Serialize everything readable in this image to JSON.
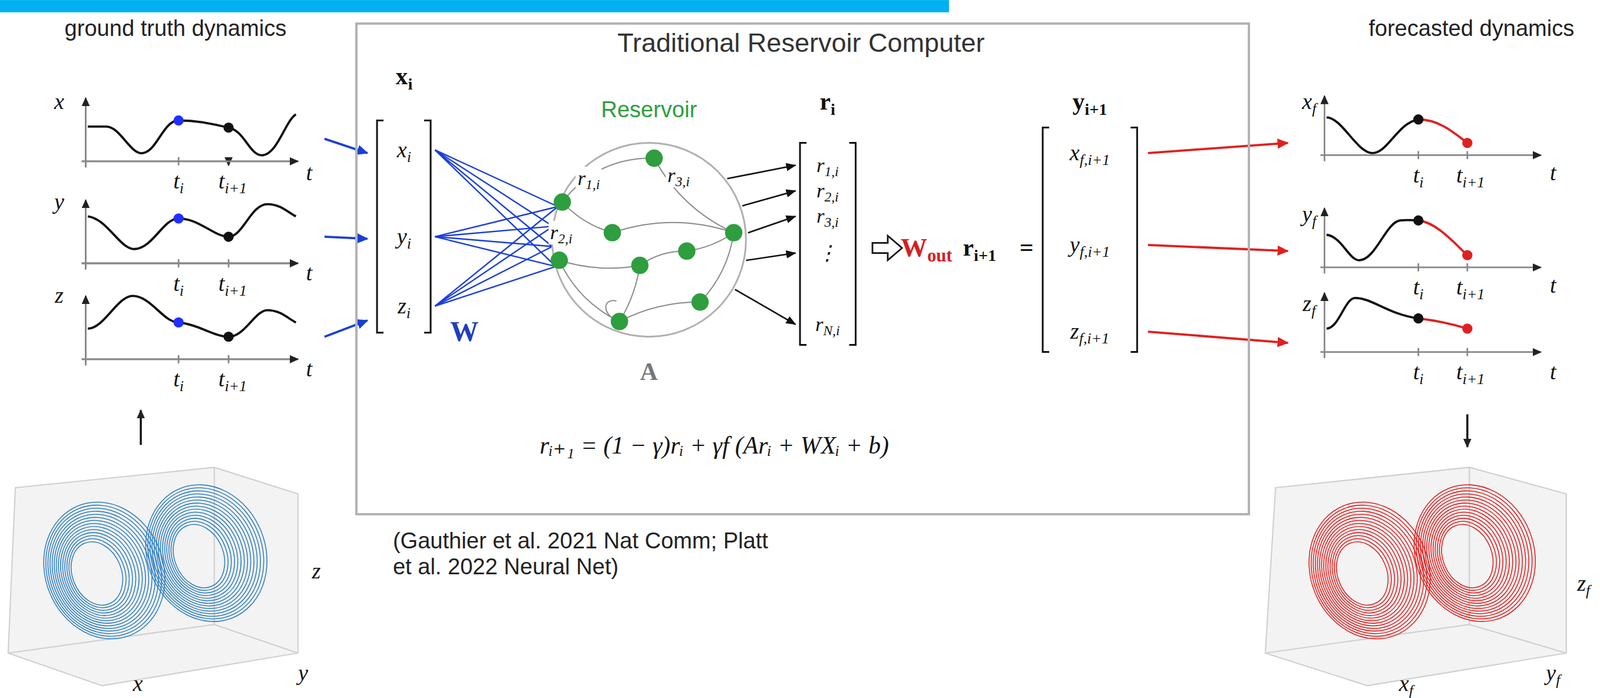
{
  "diagram": {
    "nodes": [
      {
        "text": [
          "Traditional Reservoir Computer"
        ]
      },
      {
        "text": [
          "xi",
          "xi",
          "yi",
          "zi"
        ],
        "in": 0
      },
      {
        "text": [
          "Reservoir",
          "r1,i",
          "r3,i",
          "r2,i",
          "A"
        ],
        "in": 0
      },
      {
        "text": [
          "ri",
          "r1,i",
          "r2,i",
          "r3,i",
          "⋮",
          "rN,i"
        ],
        "in": 0
      },
      {
        "text": [
          "yi+1",
          "xf,i+1",
          "yf,i+1",
          "zf,i+1"
        ],
        "in": 0
      }
    ],
    "edges": [
      {
        "from": 1,
        "to": 2,
        "arrow": "none",
        "label": "W"
      },
      {
        "from": 2,
        "to": 3,
        "arrow": "to"
      }
    ],
    "labels": [
      "ground truth dynamics",
      "x",
      "ti",
      "ti+1",
      "t",
      "y",
      "ti",
      "ti+1",
      "t",
      "z",
      "ti",
      "ti+1",
      "t",
      "z",
      "y",
      "x",
      "Wout",
      "ri+1",
      "=",
      "rᵢ₊₁ = (1 − γ)rᵢ + γf (Arᵢ + WXᵢ + b)",
      "(Gauthier et al. 2021 Nat Comm; Platt et al. 2022 Neural Net)",
      "forecasted dynamics",
      "xf",
      "ti",
      "ti+1",
      "t",
      "yf",
      "ti",
      "ti+1",
      "t",
      "zf",
      "ti",
      "ti+1",
      "t",
      "zf",
      "yf",
      "xf"
    ]
  }
}
